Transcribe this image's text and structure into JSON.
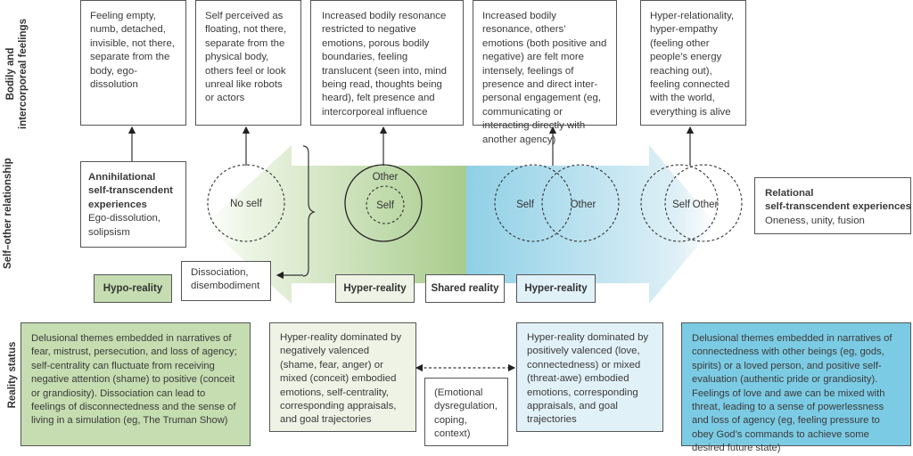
{
  "row_labels": {
    "bodily": [
      "Bodily and",
      "intercorporeal feelings"
    ],
    "self_other": "Self–other relationship",
    "reality": "Reality status"
  },
  "bodily_boxes": [
    "Feeling empty, numb, detached, invisible, not there, separate from the body, ego-dissolution",
    "Self perceived as floating, not there, separate from the physical body, others feel or look unreal like robots or actors",
    "Increased bodily resonance restricted to negative emotions, porous bodily boundaries, feeling translucent (seen into, mind being read, thoughts being heard), felt presence and intercorporeal influence",
    "Increased bodily resonance, others’ emotions (both positive and negative) are felt more intensely, feelings of presence and direct inter-personal engagement (eg, communicating or interacting directly with another agency)",
    "Hyper-relationality, hyper-empathy (feeling other people’s energy reaching out), feeling connected with the world, everything is alive"
  ],
  "annihilational": {
    "title": "Annihilational self-transcendent experiences",
    "body": "Ego-dissolution, solipsism"
  },
  "relational": {
    "title_line1": "Relational",
    "title_line2": "self-transcendent experiences",
    "body": "Oneness, unity, fusion"
  },
  "circles": {
    "no_self": "No self",
    "other": "Other",
    "self": "Self"
  },
  "dissociation": "Dissociation, disembodiment",
  "reality_tags": {
    "hypo": "Hypo-reality",
    "hyper_left": "Hyper-reality",
    "shared": "Shared reality",
    "hyper_right": "Hyper-reality"
  },
  "reality_boxes": {
    "hypo": "Delusional themes embedded in narratives of fear, mistrust, persecution, and loss of agency; self-centrality can fluctuate from receiving negative attention (shame) to positive (conceit or grandiosity). Dissociation can lead to feelings of disconnectedness and the sense of living in a simulation (eg, The Truman Show)",
    "hyper_neg": "Hyper-reality dominated by negatively valenced (shame, fear, anger) or mixed (conceit) embodied emotions, self-centrality, corresponding appraisals, and goal trajectories",
    "modulators": "(Emotional dysregulation, coping, context)",
    "hyper_pos": "Hyper-reality dominated by positively valenced (love, connectedness) or mixed (threat-awe) embodied emotions, corresponding appraisals, and goal trajectories",
    "relational": "Delusional themes embedded in narratives of connectedness with other beings (eg, gods, spirits) or a loved person, and positive self-evaluation (authentic pride or grandiosity). Feelings of love and awe can be mixed with threat, leading to a sense of powerlessness and loss of agency (eg, feeling pressure to obey God’s commands to achieve some desired future state)"
  },
  "colors": {
    "green_dark": "#a8cc8c",
    "green_light": "#e9f1de",
    "blue_dark": "#8fd0e6",
    "blue_light": "#e2f2f8",
    "hypo_box": "#c5ddb0",
    "hyper_neg_box": "#eef3e6",
    "hyper_pos_box": "#e1f1f8",
    "relational_box": "#7ccbe4"
  }
}
